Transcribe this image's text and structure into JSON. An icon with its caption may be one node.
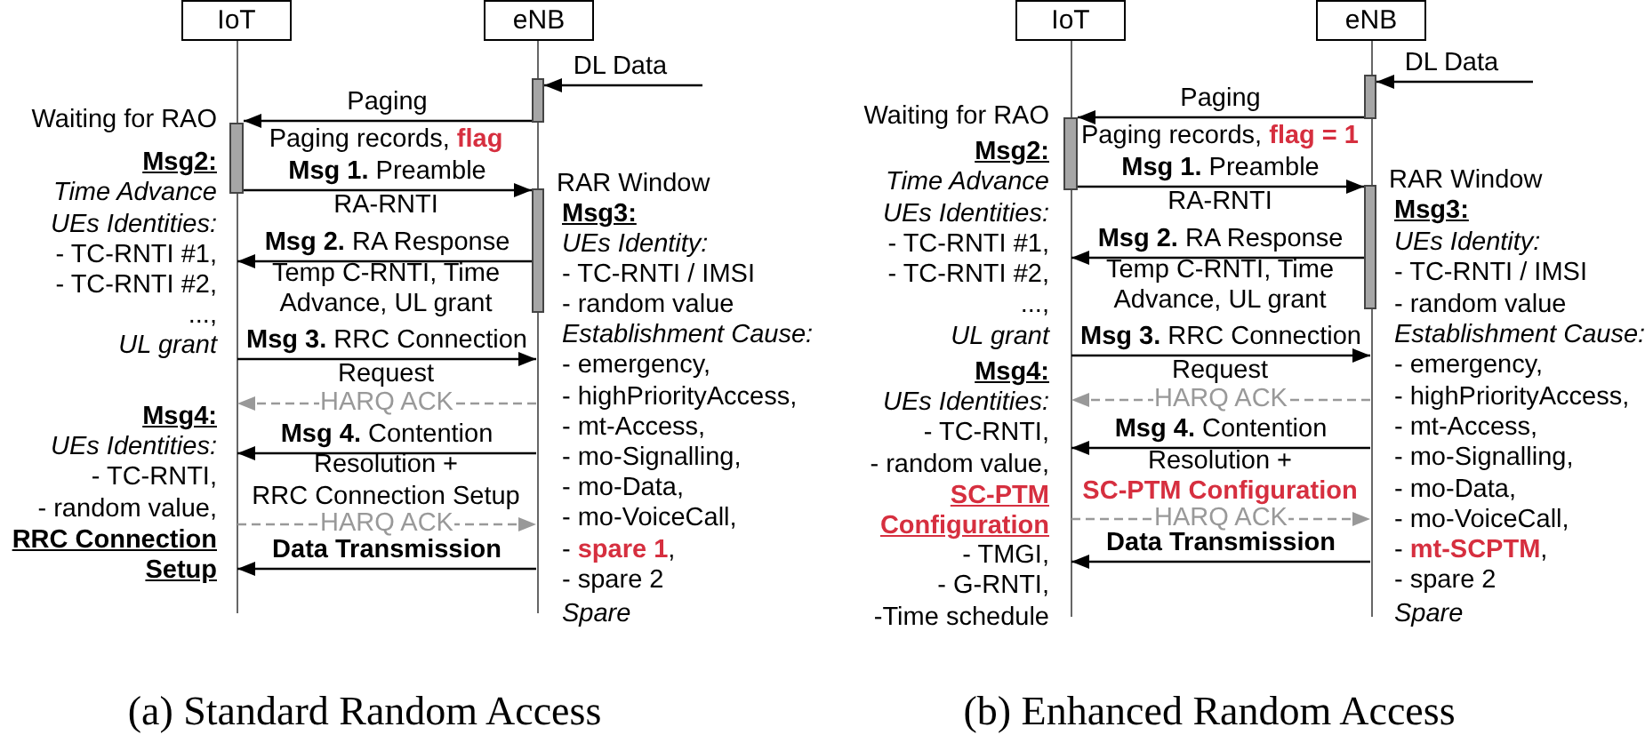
{
  "diagram": {
    "nodes": [
      {
        "text": [
          "IoT"
        ]
      },
      {
        "text": [
          "eNB"
        ]
      },
      {
        "text": [],
        "shape": "line"
      },
      {
        "text": [],
        "shape": "line"
      },
      {
        "text": [],
        "shape": "bar"
      },
      {
        "text": [],
        "shape": "bar"
      },
      {
        "text": [],
        "shape": "bar"
      },
      {
        "text": [
          "IoT"
        ]
      },
      {
        "text": [
          "eNB"
        ]
      },
      {
        "text": [],
        "shape": "line"
      },
      {
        "text": [],
        "shape": "line"
      },
      {
        "text": [],
        "shape": "bar"
      },
      {
        "text": [],
        "shape": "bar"
      },
      {
        "text": [],
        "shape": "bar"
      }
    ],
    "edges": [
      {
        "from": null,
        "to": 4,
        "arrow": "to",
        "label": "DL Data"
      },
      {
        "from": 4,
        "to": 5,
        "arrow": "to",
        "label": "Paging"
      },
      {
        "from": 5,
        "to": 6,
        "arrow": "to",
        "label": "**Msg 1.** Preamble"
      },
      {
        "from": 6,
        "to": 2,
        "arrow": "to",
        "label": "**Msg 2.** RA Response"
      },
      {
        "from": 2,
        "to": 3,
        "arrow": "to",
        "label": "**Msg 3.** RRC Connection"
      },
      {
        "from": 3,
        "to": 2,
        "arrow": "to",
        "label": "HARQ ACK",
        "style": "dashed",
        "color": "#999999"
      },
      {
        "from": 3,
        "to": 2,
        "arrow": "to",
        "label": "**Msg 4.** Contention"
      },
      {
        "from": 2,
        "to": 3,
        "arrow": "to",
        "label": "HARQ ACK",
        "style": "dashed",
        "color": "#999999"
      },
      {
        "from": 3,
        "to": 2,
        "arrow": "to",
        "label": "Data Transmission"
      },
      {
        "from": null,
        "to": 11,
        "arrow": "to",
        "label": "DL Data"
      },
      {
        "from": 11,
        "to": 12,
        "arrow": "to",
        "label": "Paging"
      },
      {
        "from": 12,
        "to": 13,
        "arrow": "to",
        "label": "**Msg 1.** Preamble"
      },
      {
        "from": 13,
        "to": 9,
        "arrow": "to",
        "label": "**Msg 2.** RA Response"
      },
      {
        "from": 9,
        "to": 10,
        "arrow": "to",
        "label": "**Msg 3.** RRC Connection"
      },
      {
        "from": 10,
        "to": 9,
        "arrow": "to",
        "label": "HARQ ACK",
        "style": "dashed",
        "color": "#999999"
      },
      {
        "from": 10,
        "to": 9,
        "arrow": "to",
        "label": "**Msg 4.** Contention"
      },
      {
        "from": 9,
        "to": 10,
        "arrow": "to",
        "label": "HARQ ACK",
        "style": "dashed",
        "color": "#999999"
      },
      {
        "from": 10,
        "to": 9,
        "arrow": "to",
        "label": "Data Transmission"
      }
    ],
    "labels": [
      "Paging records, **flag**",
      "RA-RNTI",
      "Temp C-RNTI, Time Advance, UL grant",
      "Request",
      "Resolution +",
      "RRC Connection Setup",
      "Waiting for RAO",
      "Msg2:",
      "Time Advance",
      "UEs Identities:",
      "- TC-RNTI #1,",
      "- TC-RNTI #2,",
      "...,",
      "UL grant",
      "Msg4:",
      "UEs Identities:",
      "- TC-RNTI,",
      "- random value,",
      "RRC Connection Setup",
      "RAR Window",
      "Msg3:",
      "UEs Identity:",
      "- TC-RNTI / IMSI",
      "- random value",
      "Establishment Cause:",
      "- emergency,",
      "- highPriorityAccess,",
      "- mt-Access,",
      "- mo-Signalling,",
      "- mo-Data,",
      "- mo-VoiceCall,",
      "- **spare 1**,",
      "- spare 2",
      "Spare",
      "(a) Standard Random Access",
      "Paging records, **flag = 1**",
      "RA-RNTI",
      "Temp C-RNTI, Time Advance, UL grant",
      "Request",
      "Resolution +",
      "SC-PTM Configuration",
      "Waiting for RAO",
      "Msg2:",
      "Time Advance",
      "UEs Identities:",
      "- TC-RNTI #1,",
      "- TC-RNTI #2,",
      "...,",
      "UL grant",
      "Msg4:",
      "UEs Identities:",
      "- TC-RNTI,",
      "- random value,",
      "SC-PTM Configuration",
      "- TMGI,",
      "- G-RNTI,",
      "-Time schedule",
      "RAR Window",
      "Msg3:",
      "UEs Identity:",
      "- TC-RNTI / IMSI",
      "- random value",
      "Establishment Cause:",
      "- emergency,",
      "- highPriorityAccess,",
      "- mt-Access,",
      "- mo-Signalling,",
      "- mo-Data,",
      "- mo-VoiceCall,",
      "- **mt-SCPTM**,",
      "- spare 2",
      "Spare",
      "(b) Enhanced Random Access"
    ]
  }
}
